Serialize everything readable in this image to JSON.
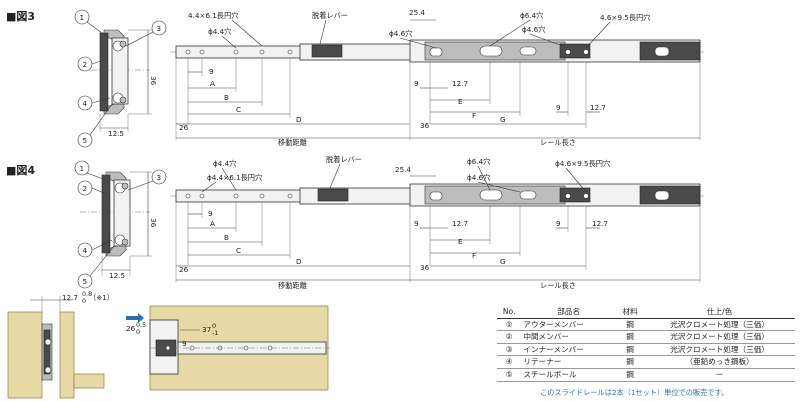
{
  "fig3": {
    "title": "■図3",
    "callouts": [
      "1",
      "2",
      "3",
      "4",
      "5"
    ],
    "sec_w": "12.5",
    "sec_h": "36",
    "labels": {
      "slot": "4.4×6.1長円穴",
      "hole44": "ϕ4.4穴",
      "release": "脱着レバー",
      "d254": "25.4",
      "hole46a": "ϕ4.6穴",
      "hole64": "ϕ6.4穴",
      "hole46b": "ϕ4.6穴",
      "slot2": "4.6×9.5長円穴"
    },
    "dims": {
      "nine": "9",
      "A": "A",
      "B": "B",
      "C": "C",
      "D": "D",
      "l26": "26",
      "travel": "移動距離",
      "r9": "9",
      "r127": "12.7",
      "E": "E",
      "F": "F",
      "G": "G",
      "r9b": "9",
      "r127b": "12.7",
      "r36": "36",
      "length": "レール長さ"
    }
  },
  "fig4": {
    "title": "■図4",
    "callouts": [
      "1",
      "2",
      "3",
      "4",
      "5"
    ],
    "sec_w": "12.5",
    "sec_h": "36",
    "labels": {
      "hole44": "ϕ4.4穴",
      "slot": "ϕ4.4×6.1長円穴",
      "release": "脱着レバー",
      "d254": "25.4",
      "hole64": "ϕ6.4穴",
      "hole46": "ϕ4.6穴",
      "slot2": "ϕ4.6×9.5長円穴"
    },
    "dims": {
      "nine": "9",
      "A": "A",
      "B": "B",
      "C": "C",
      "D": "D",
      "l26": "26",
      "travel": "移動距離",
      "r9": "9",
      "r127": "12.7",
      "E": "E",
      "F": "F",
      "G": "G",
      "r9b": "9",
      "r127b": "12.7",
      "r36": "36",
      "length": "レール長さ"
    }
  },
  "install": {
    "gap": "12.7",
    "gap_tol": "0.8",
    "gap_tol_low": "0",
    "gap_note": "（※1）",
    "depth": "26",
    "depth_tol": "0.5",
    "depth_tol_low": "0",
    "d37": "37",
    "d37_tol": "0",
    "d37_tol_low": "-1",
    "nine": "9"
  },
  "parts_table": {
    "headers": [
      "No.",
      "部品名",
      "材料",
      "仕上/色"
    ],
    "rows": [
      [
        "①",
        "アウターメンバー",
        "鋼",
        "光沢クロメート処理（三価）"
      ],
      [
        "②",
        "中間メンバー",
        "鋼",
        "光沢クロメート処理（三価）"
      ],
      [
        "③",
        "インナーメンバー",
        "鋼",
        "光沢クロメート処理（三価）"
      ],
      [
        "④",
        "リテーナー",
        "鋼",
        "（亜鉛めっき鋼板）"
      ],
      [
        "⑤",
        "スチールボール",
        "鋼",
        "ー"
      ]
    ],
    "note": "このスライドレールは2本（1セット）単位での販売です。"
  },
  "colors": {
    "accent": "#2a6fb4",
    "wood": "#e7d9a6"
  }
}
